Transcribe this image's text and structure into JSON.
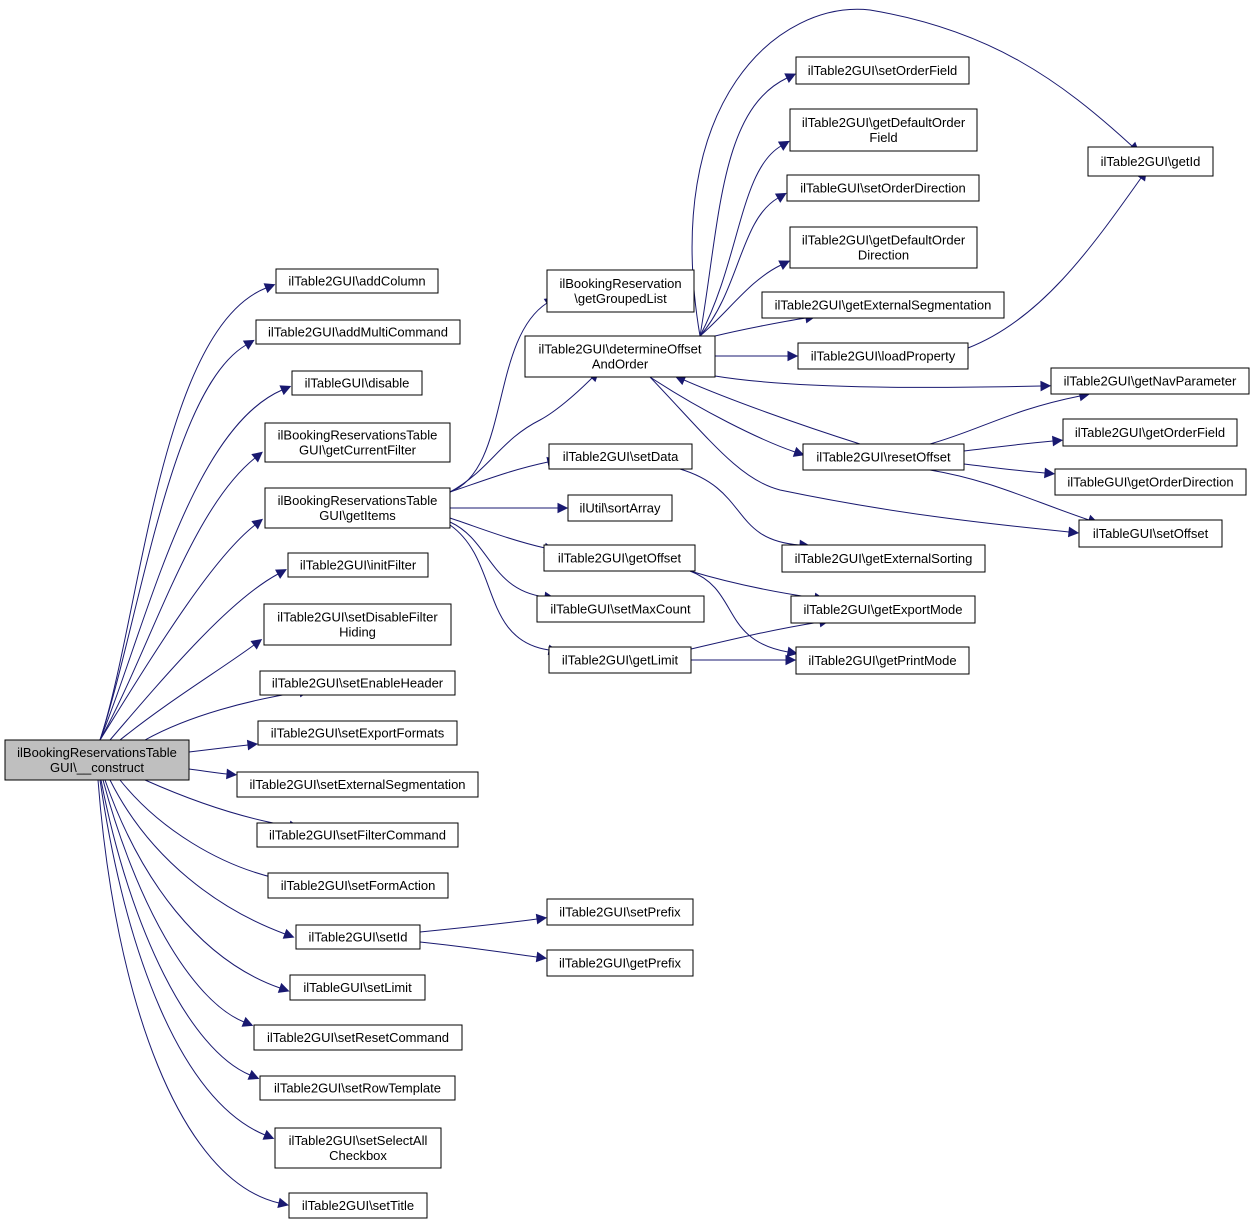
{
  "diagram": {
    "nodes": [
      {
        "id": "root",
        "lines": [
          "ilBookingReservationsTable",
          "GUI\\__construct"
        ],
        "root": true
      },
      {
        "id": "addColumn",
        "lines": [
          "ilTable2GUI\\addColumn"
        ]
      },
      {
        "id": "addMultiCommand",
        "lines": [
          "ilTable2GUI\\addMultiCommand"
        ]
      },
      {
        "id": "disable",
        "lines": [
          "ilTableGUI\\disable"
        ]
      },
      {
        "id": "getCurrentFilter",
        "lines": [
          "ilBookingReservationsTable",
          "GUI\\getCurrentFilter"
        ]
      },
      {
        "id": "getItems",
        "lines": [
          "ilBookingReservationsTable",
          "GUI\\getItems"
        ]
      },
      {
        "id": "initFilter",
        "lines": [
          "ilTable2GUI\\initFilter"
        ]
      },
      {
        "id": "setDisableFilterHiding",
        "lines": [
          "ilTable2GUI\\setDisableFilter",
          "Hiding"
        ]
      },
      {
        "id": "setEnableHeader",
        "lines": [
          "ilTable2GUI\\setEnableHeader"
        ]
      },
      {
        "id": "setExportFormats",
        "lines": [
          "ilTable2GUI\\setExportFormats"
        ]
      },
      {
        "id": "setExternalSegmentation",
        "lines": [
          "ilTable2GUI\\setExternalSegmentation"
        ]
      },
      {
        "id": "setFilterCommand",
        "lines": [
          "ilTable2GUI\\setFilterCommand"
        ]
      },
      {
        "id": "setFormAction",
        "lines": [
          "ilTable2GUI\\setFormAction"
        ]
      },
      {
        "id": "setId",
        "lines": [
          "ilTable2GUI\\setId"
        ]
      },
      {
        "id": "setLimit",
        "lines": [
          "ilTableGUI\\setLimit"
        ]
      },
      {
        "id": "setResetCommand",
        "lines": [
          "ilTable2GUI\\setResetCommand"
        ]
      },
      {
        "id": "setRowTemplate",
        "lines": [
          "ilTable2GUI\\setRowTemplate"
        ]
      },
      {
        "id": "setSelectAllCheckbox",
        "lines": [
          "ilTable2GUI\\setSelectAll",
          "Checkbox"
        ]
      },
      {
        "id": "setTitle",
        "lines": [
          "ilTable2GUI\\setTitle"
        ]
      },
      {
        "id": "getGroupedList",
        "lines": [
          "ilBookingReservation",
          "\\getGroupedList"
        ]
      },
      {
        "id": "determineOffsetAndOrder",
        "lines": [
          "ilTable2GUI\\determineOffset",
          "AndOrder"
        ]
      },
      {
        "id": "setData",
        "lines": [
          "ilTable2GUI\\setData"
        ]
      },
      {
        "id": "sortArray",
        "lines": [
          "ilUtil\\sortArray"
        ]
      },
      {
        "id": "getOffset",
        "lines": [
          "ilTable2GUI\\getOffset"
        ]
      },
      {
        "id": "setMaxCount",
        "lines": [
          "ilTableGUI\\setMaxCount"
        ]
      },
      {
        "id": "getLimit",
        "lines": [
          "ilTable2GUI\\getLimit"
        ]
      },
      {
        "id": "setPrefix",
        "lines": [
          "ilTable2GUI\\setPrefix"
        ]
      },
      {
        "id": "getPrefix",
        "lines": [
          "ilTable2GUI\\getPrefix"
        ]
      },
      {
        "id": "setOrderField",
        "lines": [
          "ilTable2GUI\\setOrderField"
        ]
      },
      {
        "id": "getDefaultOrderField",
        "lines": [
          "ilTable2GUI\\getDefaultOrder",
          "Field"
        ]
      },
      {
        "id": "setOrderDirection",
        "lines": [
          "ilTableGUI\\setOrderDirection"
        ]
      },
      {
        "id": "getDefaultOrderDirection",
        "lines": [
          "ilTable2GUI\\getDefaultOrder",
          "Direction"
        ]
      },
      {
        "id": "getExternalSegmentation",
        "lines": [
          "ilTable2GUI\\getExternalSegmentation"
        ]
      },
      {
        "id": "loadProperty",
        "lines": [
          "ilTable2GUI\\loadProperty"
        ]
      },
      {
        "id": "resetOffset",
        "lines": [
          "ilTable2GUI\\resetOffset"
        ]
      },
      {
        "id": "getExternalSorting",
        "lines": [
          "ilTable2GUI\\getExternalSorting"
        ]
      },
      {
        "id": "getExportMode",
        "lines": [
          "ilTable2GUI\\getExportMode"
        ]
      },
      {
        "id": "getPrintMode",
        "lines": [
          "ilTable2GUI\\getPrintMode"
        ]
      },
      {
        "id": "getId",
        "lines": [
          "ilTable2GUI\\getId"
        ]
      },
      {
        "id": "getNavParameter",
        "lines": [
          "ilTable2GUI\\getNavParameter"
        ]
      },
      {
        "id": "getOrderField",
        "lines": [
          "ilTable2GUI\\getOrderField"
        ]
      },
      {
        "id": "getOrderDirection",
        "lines": [
          "ilTableGUI\\getOrderDirection"
        ]
      },
      {
        "id": "setOffset",
        "lines": [
          "ilTableGUI\\setOffset"
        ]
      }
    ],
    "edges": [
      [
        "root",
        "addColumn"
      ],
      [
        "root",
        "addMultiCommand"
      ],
      [
        "root",
        "disable"
      ],
      [
        "root",
        "getCurrentFilter"
      ],
      [
        "root",
        "getItems"
      ],
      [
        "root",
        "initFilter"
      ],
      [
        "root",
        "setDisableFilterHiding"
      ],
      [
        "root",
        "setEnableHeader"
      ],
      [
        "root",
        "setExportFormats"
      ],
      [
        "root",
        "setExternalSegmentation"
      ],
      [
        "root",
        "setFilterCommand"
      ],
      [
        "root",
        "setFormAction"
      ],
      [
        "root",
        "setId"
      ],
      [
        "root",
        "setLimit"
      ],
      [
        "root",
        "setResetCommand"
      ],
      [
        "root",
        "setRowTemplate"
      ],
      [
        "root",
        "setSelectAllCheckbox"
      ],
      [
        "root",
        "setTitle"
      ],
      [
        "getItems",
        "getGroupedList"
      ],
      [
        "getItems",
        "determineOffsetAndOrder"
      ],
      [
        "getItems",
        "setData"
      ],
      [
        "getItems",
        "sortArray"
      ],
      [
        "getItems",
        "getOffset"
      ],
      [
        "getItems",
        "setMaxCount"
      ],
      [
        "getItems",
        "getLimit"
      ],
      [
        "setId",
        "setPrefix"
      ],
      [
        "setId",
        "getPrefix"
      ],
      [
        "determineOffsetAndOrder",
        "setOrderField"
      ],
      [
        "determineOffsetAndOrder",
        "getDefaultOrderField"
      ],
      [
        "determineOffsetAndOrder",
        "setOrderDirection"
      ],
      [
        "determineOffsetAndOrder",
        "getDefaultOrderDirection"
      ],
      [
        "determineOffsetAndOrder",
        "getExternalSegmentation"
      ],
      [
        "determineOffsetAndOrder",
        "loadProperty"
      ],
      [
        "determineOffsetAndOrder",
        "getNavParameter"
      ],
      [
        "determineOffsetAndOrder",
        "resetOffset"
      ],
      [
        "determineOffsetAndOrder",
        "setOffset"
      ],
      [
        "determineOffsetAndOrder",
        "getId"
      ],
      [
        "loadProperty",
        "getId"
      ],
      [
        "resetOffset",
        "determineOffsetAndOrder"
      ],
      [
        "resetOffset",
        "getNavParameter"
      ],
      [
        "resetOffset",
        "getOrderField"
      ],
      [
        "resetOffset",
        "getOrderDirection"
      ],
      [
        "resetOffset",
        "setOffset"
      ],
      [
        "setData",
        "getExternalSorting"
      ],
      [
        "getOffset",
        "getExportMode"
      ],
      [
        "getOffset",
        "getPrintMode"
      ],
      [
        "getLimit",
        "getExportMode"
      ],
      [
        "getLimit",
        "getPrintMode"
      ]
    ]
  }
}
